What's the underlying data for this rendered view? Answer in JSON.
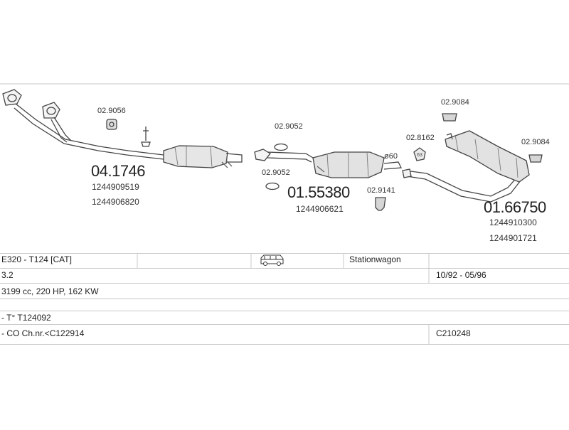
{
  "parts": {
    "p1_main": "04.1746",
    "p1_oe_a": "1244909519",
    "p1_oe_b": "1244906820",
    "p1_clamp": "02.9056",
    "p2_main": "01.55380",
    "p2_oe": "1244906621",
    "p2_ring_top": "02.9052",
    "p2_ring_bottom": "02.9052",
    "p2_diameter": "ø60",
    "p2_mount": "02.9141",
    "p3_main": "01.66750",
    "p3_oe_a": "1244910300",
    "p3_oe_b": "1244901721",
    "p3_hanger_a": "02.9084",
    "p3_hanger_b": "02.9084",
    "p3_clamp": "02.8162"
  },
  "table": {
    "model": "E320 - T124  [CAT]",
    "body_type": "Stationwagon",
    "engine": "3.2",
    "years": "10/92 - 05/96",
    "spec": "3199 cc, 220 HP, 162 KW",
    "note_1": "- T° T124092",
    "note_2": "- CO Ch.nr.<C122914",
    "ref": "C210248"
  },
  "icons": {
    "vehicle": "station-wagon-icon"
  }
}
